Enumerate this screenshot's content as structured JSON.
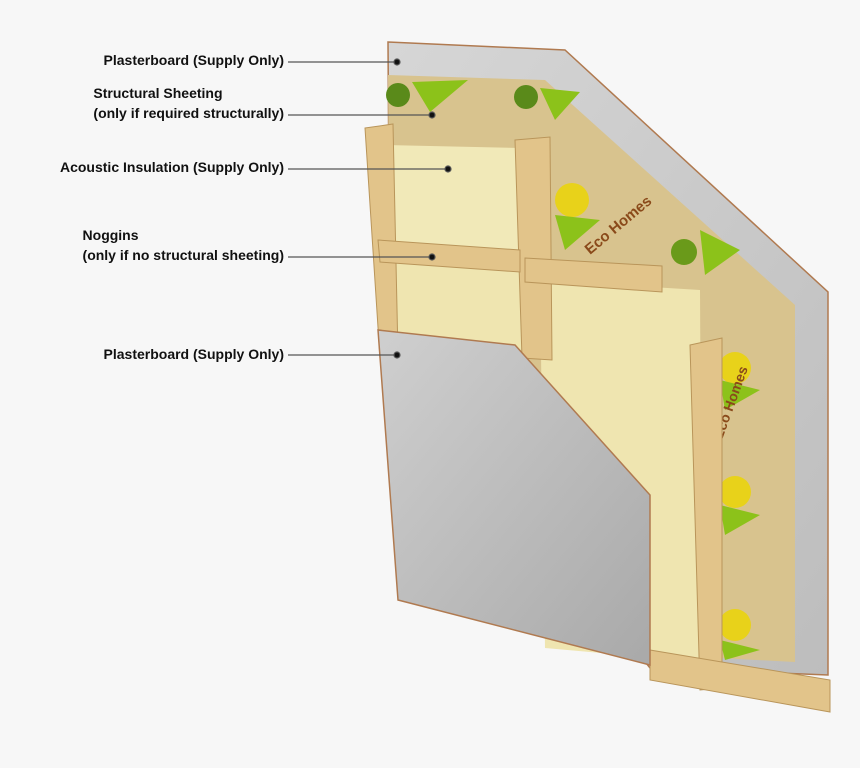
{
  "labels": [
    {
      "lines": [
        "Plasterboard (Supply Only)"
      ]
    },
    {
      "lines": [
        "Structural Sheeting",
        "(only if required structurally)"
      ]
    },
    {
      "lines": [
        "Acoustic Insulation (Supply Only)"
      ]
    },
    {
      "lines": [
        "Noggins",
        "(only if no structural sheeting)"
      ]
    },
    {
      "lines": [
        "Plasterboard (Supply Only)"
      ]
    }
  ],
  "sheeting_brand": "Eco Homes",
  "colors": {
    "background": "#f7f7f7",
    "plasterboard": "#c9c9c9",
    "sheeting": "#d8c38e",
    "timber": "#e2c48a",
    "insulation": "#f1e9b8",
    "logo_green": "#8cc21a",
    "logo_yellow": "#e8d21a",
    "leader": "#555555"
  }
}
